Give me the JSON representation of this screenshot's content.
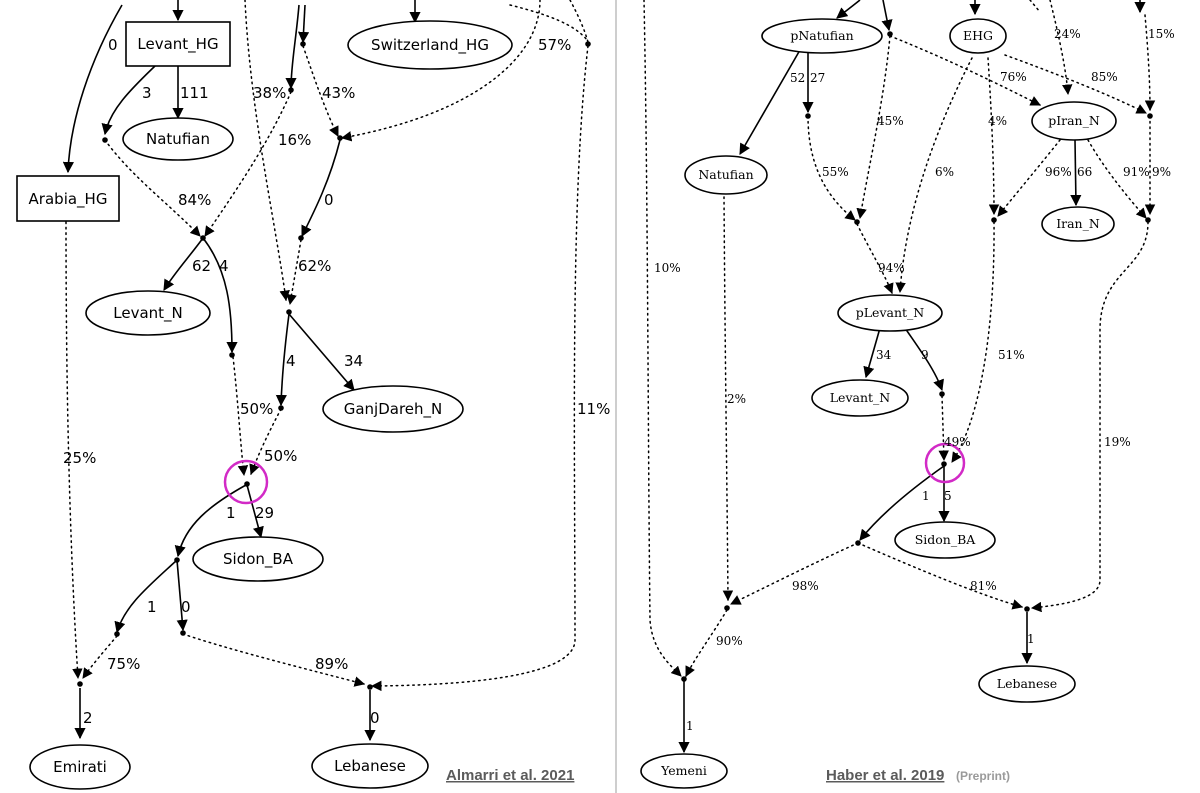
{
  "left_panel": {
    "citation": "Almarri et al. 2021",
    "nodes": {
      "levant_hg": "Levant_HG",
      "switzerland_hg": "Switzerland_HG",
      "natufian": "Natufian",
      "arabia_hg": "Arabia_HG",
      "levant_n": "Levant_N",
      "ganjdareh_n": "GanjDareh_N",
      "sidon_ba": "Sidon_BA",
      "emirati": "Emirati",
      "lebanese": "Lebanese"
    },
    "edge_labels": {
      "e0_top": "0",
      "e3": "3",
      "e111": "111",
      "p38": "38%",
      "p43": "43%",
      "p57": "57%",
      "p16": "16%",
      "p84": "84%",
      "e0_mid": "0",
      "e62": "62",
      "e4_a": "4",
      "p62": "62%",
      "e4_b": "4",
      "e34": "34",
      "p50_a": "50%",
      "p50_b": "50%",
      "p11": "11%",
      "p25": "25%",
      "e1_a": "1",
      "e29": "29",
      "e1_b": "1",
      "e0_low": "0",
      "p75": "75%",
      "p89": "89%",
      "e2": "2",
      "e0_bot": "0"
    }
  },
  "right_panel": {
    "citation": "Haber et al. 2019",
    "citation_note": "(Preprint)",
    "nodes": {
      "pnatufian": "pNatufian",
      "ehg": "EHG",
      "natufian": "Natufian",
      "piran_n": "pIran_N",
      "iran_n": "Iran_N",
      "plevant_n": "pLevant_N",
      "levant_n": "Levant_N",
      "sidon_ba": "Sidon_BA",
      "lebanese": "Lebanese",
      "yemeni": "Yemeni"
    },
    "edge_labels": {
      "p24": "24%",
      "p15": "15%",
      "e52": "52",
      "e27": "27",
      "p76": "76%",
      "p85": "85%",
      "p45": "45%",
      "p4": "4%",
      "p55": "55%",
      "p6": "6%",
      "p96": "96%",
      "e66": "66",
      "p91": "91%",
      "p9": "9%",
      "p10": "10%",
      "p94": "94%",
      "e34": "34",
      "e9": "9",
      "p51": "51%",
      "p2": "2%",
      "p49": "49%",
      "p19": "19%",
      "e1_a": "1",
      "e5": "5",
      "p98": "98%",
      "p81": "81%",
      "p90": "90%",
      "e1_b": "1",
      "e1_c": "1"
    }
  }
}
